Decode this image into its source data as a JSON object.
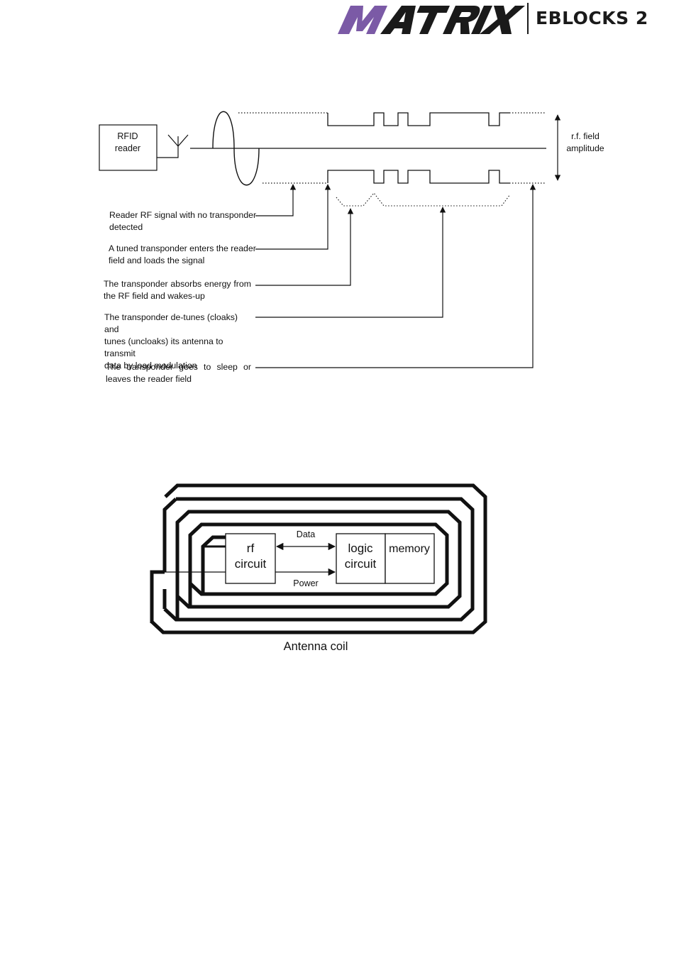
{
  "header": {
    "brand": "MATRIX",
    "product": "EBLOCKS 2"
  },
  "colors": {
    "brand_purple": "#7b5aa6",
    "brand_dark": "#1a1a1a",
    "line": "#111111"
  },
  "rf_diagram": {
    "reader_label_line1": "RFID",
    "reader_label_line2": "reader",
    "field_label_line1": "r.f. field",
    "field_label_line2": "amplitude",
    "annotations": [
      {
        "line1": "Reader RF  signal with no transponder",
        "line2": "detected"
      },
      {
        "line1": "A tuned transponder enters the reader",
        "line2": "field and loads the signal"
      },
      {
        "line1": "The transponder absorbs energy from",
        "line2": "the RF field and wakes-up"
      },
      {
        "line1": "The transponder de-tunes (cloaks) and",
        "line2": "tunes (uncloaks) its antenna to transmit",
        "line3": "data by load modulation"
      },
      {
        "line1": "The transponder goes to sleep or",
        "line2": "leaves the reader field"
      }
    ]
  },
  "antenna_diagram": {
    "rf_circuit_line1": "rf",
    "rf_circuit_line2": "circuit",
    "logic_line1": "logic",
    "logic_line2": "circuit",
    "memory": "memory",
    "data_label": "Data",
    "power_label": "Power",
    "caption": "Antenna coil"
  }
}
